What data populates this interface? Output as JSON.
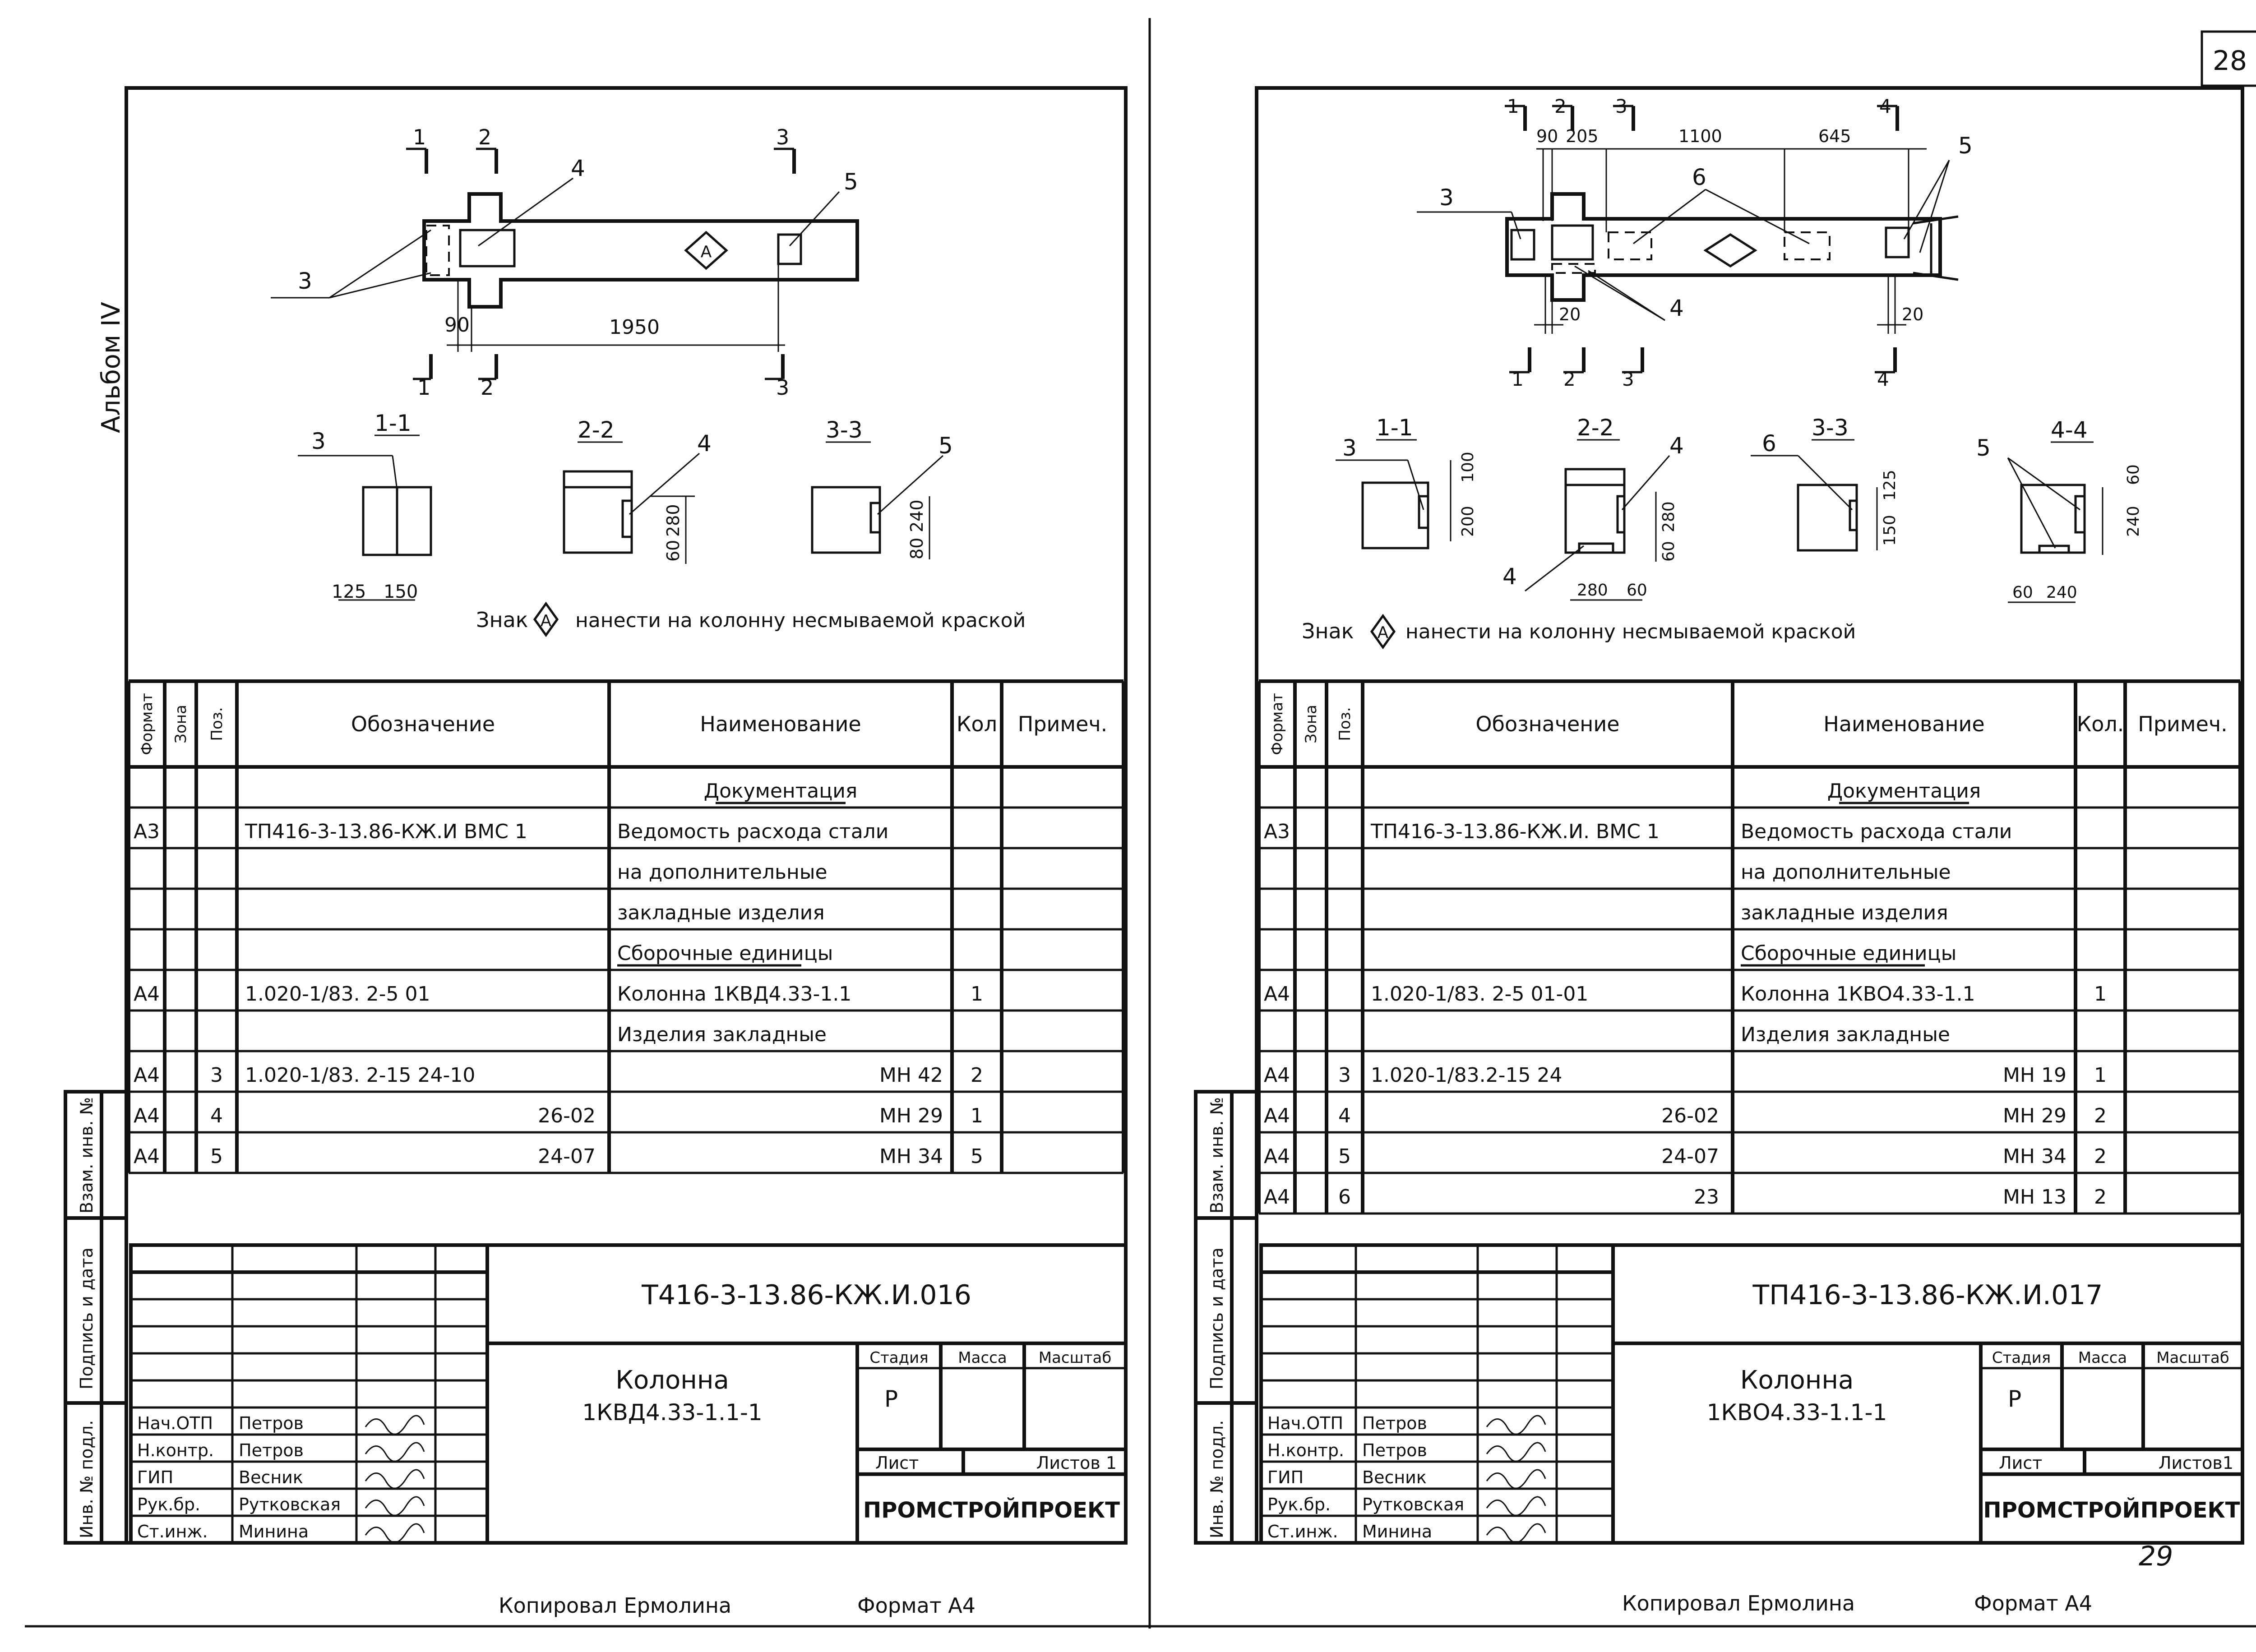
{
  "page_number": "28",
  "album_label": "Альбом IV",
  "left": {
    "plan": {
      "cuts": [
        "1",
        "2",
        "3"
      ],
      "callouts": [
        "3",
        "4",
        "5"
      ],
      "sign": "A",
      "dims": [
        "90",
        "1950"
      ]
    },
    "sections": [
      {
        "title": "1-1",
        "callout": "3",
        "dims": [
          "125",
          "150"
        ]
      },
      {
        "title": "2-2",
        "callout": "4",
        "dims": [
          "280",
          "60"
        ]
      },
      {
        "title": "3-3",
        "callout": "5",
        "dims": [
          "240",
          "80"
        ]
      }
    ],
    "note": {
      "prefix": "Знак",
      "sign": "A",
      "text": "нанести на колонну несмываемой краской"
    },
    "spec": {
      "headers": [
        "Формат",
        "Зона",
        "Поз.",
        "Обозначение",
        "Наименование",
        "Кол",
        "Примеч."
      ],
      "rows": [
        {
          "fmt": "",
          "zone": "",
          "pos": "",
          "des": "",
          "name": "Документация",
          "qty": "",
          "note": ""
        },
        {
          "fmt": "А3",
          "zone": "",
          "pos": "",
          "des": "ТП416-3-13.86-КЖ.И   ВМС 1",
          "name": "Ведомость расхода стали",
          "qty": "",
          "note": ""
        },
        {
          "fmt": "",
          "zone": "",
          "pos": "",
          "des": "",
          "name": "на дополнительные",
          "qty": "",
          "note": ""
        },
        {
          "fmt": "",
          "zone": "",
          "pos": "",
          "des": "",
          "name": "закладные изделия",
          "qty": "",
          "note": ""
        },
        {
          "fmt": "",
          "zone": "",
          "pos": "",
          "des": "",
          "name": "Сборочные единицы",
          "qty": "",
          "note": ""
        },
        {
          "fmt": "А4",
          "zone": "",
          "pos": "",
          "des": "1.020-1/83. 2-5    01",
          "name": "Колонна 1КВД4.33-1.1",
          "qty": "1",
          "note": ""
        },
        {
          "fmt": "",
          "zone": "",
          "pos": "",
          "des": "",
          "name": "Изделия закладные",
          "qty": "",
          "note": ""
        },
        {
          "fmt": "А4",
          "zone": "",
          "pos": "3",
          "des": "1.020-1/83. 2-15    24-10",
          "name": "МН 42",
          "qty": "2",
          "note": ""
        },
        {
          "fmt": "А4",
          "zone": "",
          "pos": "4",
          "des": "26-02",
          "name": "МН 29",
          "qty": "1",
          "note": ""
        },
        {
          "fmt": "А4",
          "zone": "",
          "pos": "5",
          "des": "24-07",
          "name": "МН 34",
          "qty": "5",
          "note": ""
        }
      ]
    },
    "title_block": {
      "code": "Т416-3-13.86-КЖ.И.016",
      "name_line1": "Колонна",
      "name_line2": "1КВД4.33-1.1-1",
      "stage_header": "Стадия",
      "mass_header": "Масса",
      "scale_header": "Масштаб",
      "stage": "Р",
      "sheet_label": "Лист",
      "sheets_label": "Листов 1",
      "org": "ПРОМСТРОЙПРОЕКТ",
      "people": [
        {
          "role": "Нач.ОТП",
          "name": "Петров"
        },
        {
          "role": "Н.контр.",
          "name": "Петров"
        },
        {
          "role": "ГИП",
          "name": "Весник"
        },
        {
          "role": "Рук.бр.",
          "name": "Рутковская"
        },
        {
          "role": "Ст.инж.",
          "name": "Минина"
        }
      ]
    },
    "side_labels": [
      "Инв. № подл.",
      "Подпись и дата",
      "Взам. инв. №"
    ],
    "footer": {
      "copied": "Копировал Ермолина",
      "format": "Формат А4"
    }
  },
  "right": {
    "plan": {
      "cuts": [
        "1",
        "2",
        "3",
        "4"
      ],
      "callouts": [
        "3",
        "4",
        "5",
        "6"
      ],
      "dims_top": [
        "90",
        "205",
        "1100",
        "645"
      ],
      "dims_bottom": [
        "20",
        "20"
      ]
    },
    "sections": [
      {
        "title": "1-1",
        "callout": "3",
        "dims": [
          "100",
          "200"
        ]
      },
      {
        "title": "2-2",
        "callout": "4",
        "dims": [
          "280",
          "60"
        ],
        "dims2": [
          "280",
          "60"
        ]
      },
      {
        "title": "3-3",
        "callout": "6",
        "dims": [
          "125",
          "150"
        ]
      },
      {
        "title": "4-4",
        "callout": "5",
        "dims": [
          "60",
          "240"
        ],
        "dims2": [
          "60",
          "240"
        ]
      }
    ],
    "note": {
      "prefix": "Знак",
      "sign": "A",
      "text": "нанести на колонну несмываемой краской"
    },
    "spec": {
      "headers": [
        "Формат",
        "Зона",
        "Поз.",
        "Обозначение",
        "Наименование",
        "Кол.",
        "Примеч."
      ],
      "rows": [
        {
          "fmt": "",
          "zone": "",
          "pos": "",
          "des": "",
          "name": "Документация",
          "qty": "",
          "note": ""
        },
        {
          "fmt": "А3",
          "zone": "",
          "pos": "",
          "des": "ТП416-3-13.86-КЖ.И.    ВМС 1",
          "name": "Ведомость расхода стали",
          "qty": "",
          "note": ""
        },
        {
          "fmt": "",
          "zone": "",
          "pos": "",
          "des": "",
          "name": "на дополнительные",
          "qty": "",
          "note": ""
        },
        {
          "fmt": "",
          "zone": "",
          "pos": "",
          "des": "",
          "name": "закладные изделия",
          "qty": "",
          "note": ""
        },
        {
          "fmt": "",
          "zone": "",
          "pos": "",
          "des": "",
          "name": "Сборочные единицы",
          "qty": "",
          "note": ""
        },
        {
          "fmt": "А4",
          "zone": "",
          "pos": "",
          "des": "1.020-1/83. 2-5    01-01",
          "name": "Колонна 1КВО4.33-1.1",
          "qty": "1",
          "note": ""
        },
        {
          "fmt": "",
          "zone": "",
          "pos": "",
          "des": "",
          "name": "Изделия закладные",
          "qty": "",
          "note": ""
        },
        {
          "fmt": "А4",
          "zone": "",
          "pos": "3",
          "des": "1.020-1/83.2-15    24",
          "name": "МН 19",
          "qty": "1",
          "note": ""
        },
        {
          "fmt": "А4",
          "zone": "",
          "pos": "4",
          "des": "26-02",
          "name": "МН 29",
          "qty": "2",
          "note": ""
        },
        {
          "fmt": "А4",
          "zone": "",
          "pos": "5",
          "des": "24-07",
          "name": "МН 34",
          "qty": "2",
          "note": ""
        },
        {
          "fmt": "А4",
          "zone": "",
          "pos": "6",
          "des": "23",
          "name": "МН 13",
          "qty": "2",
          "note": ""
        }
      ]
    },
    "title_block": {
      "code": "ТП416-3-13.86-КЖ.И.017",
      "name_line1": "Колонна",
      "name_line2": "1КВО4.33-1.1-1",
      "stage_header": "Стадия",
      "mass_header": "Масса",
      "scale_header": "Масштаб",
      "stage": "Р",
      "sheet_label": "Лист",
      "sheets_label": "Листов1",
      "org": "ПРОМСТРОЙПРОЕКТ",
      "people": [
        {
          "role": "Нач.ОТП",
          "name": "Петров"
        },
        {
          "role": "Н.контр.",
          "name": "Петров"
        },
        {
          "role": "ГИП",
          "name": "Весник"
        },
        {
          "role": "Рук.бр.",
          "name": "Рутковская"
        },
        {
          "role": "Ст.инж.",
          "name": "Минина"
        }
      ]
    },
    "side_labels": [
      "Инв. № подл.",
      "Подпись и дата",
      "Взам. инв. №"
    ],
    "stamp_number": "29",
    "footer": {
      "copied": "Копировал Ермолина",
      "format": "Формат А4"
    }
  }
}
